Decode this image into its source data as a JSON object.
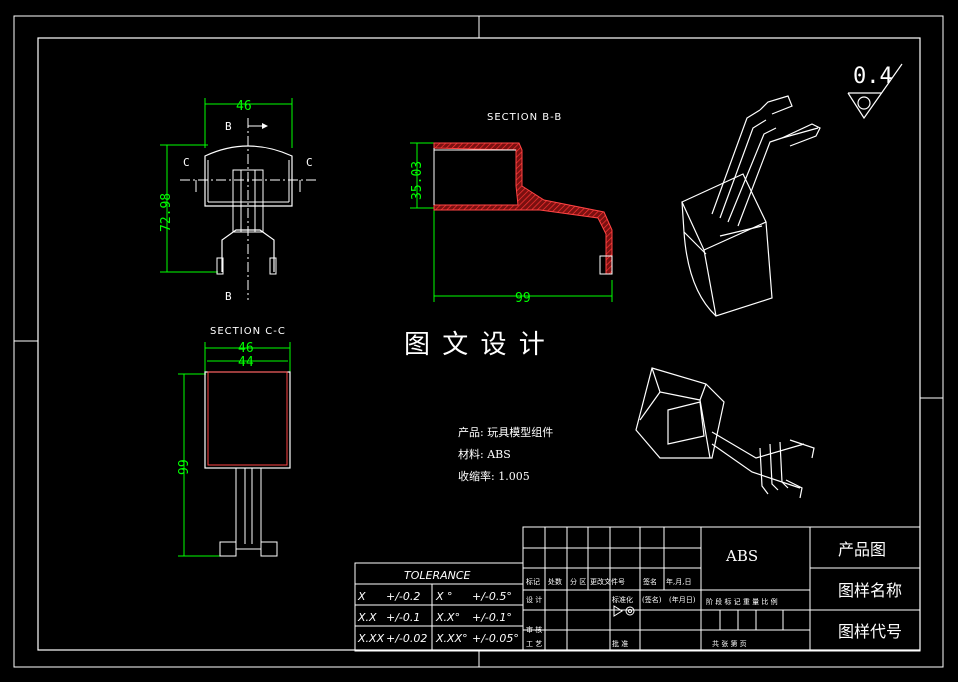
{
  "roughness": "0.4",
  "views": {
    "section_bb_label": "SECTION B-B",
    "section_cc_label": "SECTION C-C",
    "top_view": {
      "dim_width": "46",
      "dim_height": "72.98",
      "cut_b_top": "B",
      "cut_b_bottom": "B",
      "cut_c_left": "C",
      "cut_c_right": "C"
    },
    "section_bb": {
      "dim_height": "35.03",
      "dim_length": "99"
    },
    "section_cc": {
      "dim_outer": "46",
      "dim_inner": "44",
      "dim_height": "99"
    }
  },
  "watermark": "图 文 设 计",
  "notes": {
    "product": "产品: 玩具模型组件",
    "material": "材料: ABS",
    "shrinkage": "收缩率: 1.005"
  },
  "tolerance": {
    "title": "TOLERANCE",
    "rows": [
      {
        "a": "X",
        "b": "+/-0.2",
        "c": "X °",
        "d": "+/-0.5°"
      },
      {
        "a": "X.X",
        "b": "+/-0.1",
        "c": "X.X°",
        "d": "+/-0.1°"
      },
      {
        "a": "X.XX",
        "b": "+/-0.02",
        "c": "X.XX°",
        "d": "+/-0.05°"
      }
    ]
  },
  "title_block": {
    "headers": [
      "标记",
      "处数",
      "分 区",
      "更改文件号",
      "签名",
      "年,月,日"
    ],
    "row_design": "设 计",
    "row_standard": "标准化",
    "row_sign": "(签名)",
    "row_date": "(年月日)",
    "row_review": "审 核",
    "row_process": "工 艺",
    "row_approve": "批 准",
    "material": "ABS",
    "stage_headers": "阶 段 标 记   重 量  比 例",
    "sheet_info": "共   张   第   页",
    "drawing_type": "产品图",
    "drawing_name": "图样名称",
    "drawing_code": "图样代号"
  },
  "colors": {
    "background": "#000000",
    "lines": "#ffffff",
    "dimensions": "#00ff00",
    "section_hatch": "#cc2222",
    "section_outline": "#ff4444"
  }
}
